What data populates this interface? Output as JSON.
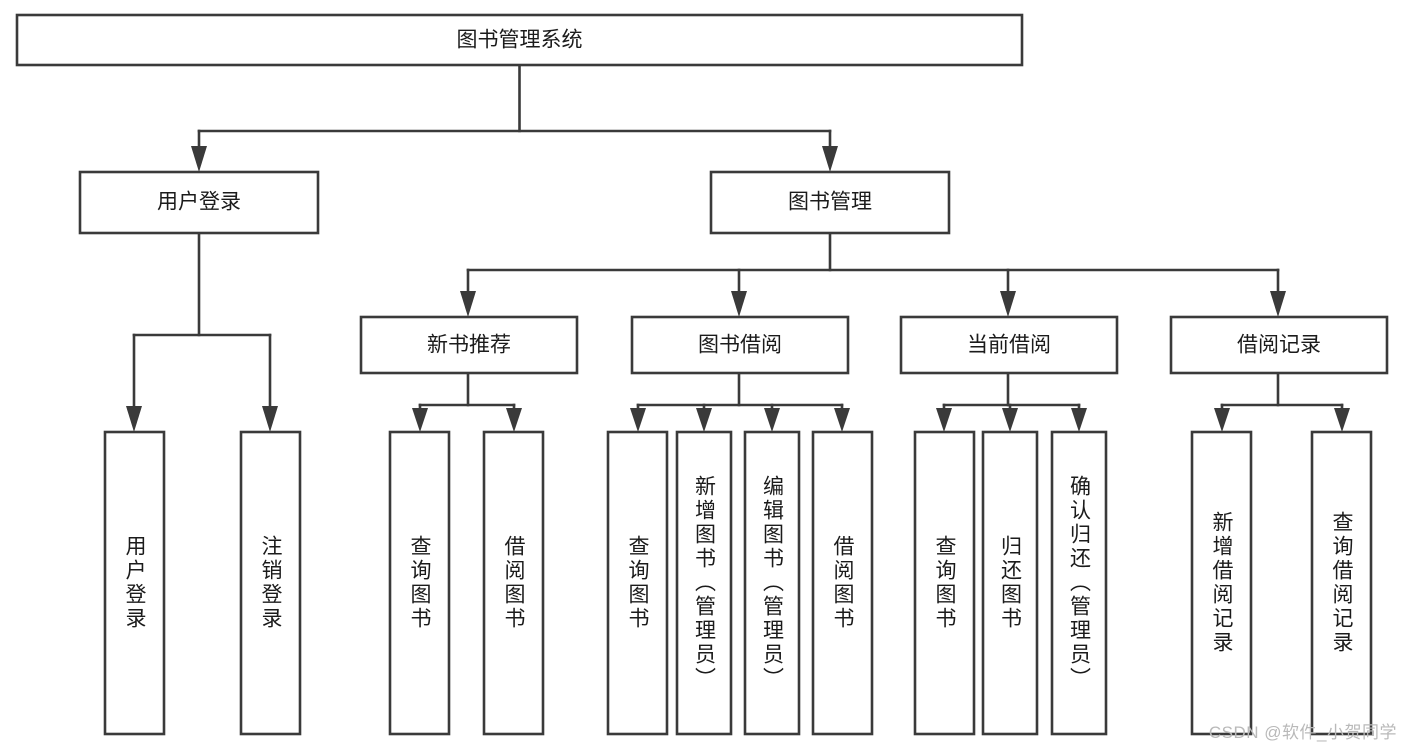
{
  "diagram": {
    "title": "图书管理系统",
    "type": "tree",
    "watermark": "CSDN @软件_小贺同学",
    "colors": {
      "stroke": "#3a3a3a",
      "fill": "#ffffff",
      "text": "#1b1b1b",
      "watermark": "#b9b9b9"
    },
    "nodes": {
      "root": {
        "label": "图书管理系统",
        "orientation": "horizontal"
      },
      "level2": [
        {
          "id": "user-login",
          "label": "用户登录",
          "orientation": "horizontal"
        },
        {
          "id": "book-management",
          "label": "图书管理",
          "orientation": "horizontal"
        }
      ],
      "level3": [
        {
          "id": "new-book-recommend",
          "label": "新书推荐",
          "orientation": "horizontal"
        },
        {
          "id": "book-borrow",
          "label": "图书借阅",
          "orientation": "horizontal"
        },
        {
          "id": "current-borrow",
          "label": "当前借阅",
          "orientation": "horizontal"
        },
        {
          "id": "borrow-record",
          "label": "借阅记录",
          "orientation": "horizontal"
        }
      ],
      "leaves": [
        {
          "id": "leaf-user-login",
          "parent": "user-login",
          "label": "用户登录",
          "orientation": "vertical"
        },
        {
          "id": "leaf-user-logout",
          "parent": "user-login",
          "label": "注销登录",
          "orientation": "vertical"
        },
        {
          "id": "leaf-query-book-1",
          "parent": "new-book-recommend",
          "label": "查询图书",
          "orientation": "vertical"
        },
        {
          "id": "leaf-borrow-book-1",
          "parent": "new-book-recommend",
          "label": "借阅图书",
          "orientation": "vertical"
        },
        {
          "id": "leaf-query-book-2",
          "parent": "book-borrow",
          "label": "查询图书",
          "orientation": "vertical"
        },
        {
          "id": "leaf-add-book",
          "parent": "book-borrow",
          "label": "新增图书（管理员）",
          "orientation": "vertical"
        },
        {
          "id": "leaf-edit-book",
          "parent": "book-borrow",
          "label": "编辑图书（管理员）",
          "orientation": "vertical"
        },
        {
          "id": "leaf-borrow-book-2",
          "parent": "book-borrow",
          "label": "借阅图书",
          "orientation": "vertical"
        },
        {
          "id": "leaf-query-book-3",
          "parent": "current-borrow",
          "label": "查询图书",
          "orientation": "vertical"
        },
        {
          "id": "leaf-return-book",
          "parent": "current-borrow",
          "label": "归还图书",
          "orientation": "vertical"
        },
        {
          "id": "leaf-confirm-return",
          "parent": "current-borrow",
          "label": "确认归还（管理员）",
          "orientation": "vertical"
        },
        {
          "id": "leaf-add-record",
          "parent": "borrow-record",
          "label": "新增借阅记录",
          "orientation": "vertical"
        },
        {
          "id": "leaf-query-record",
          "parent": "borrow-record",
          "label": "查询借阅记录",
          "orientation": "vertical"
        }
      ]
    }
  }
}
